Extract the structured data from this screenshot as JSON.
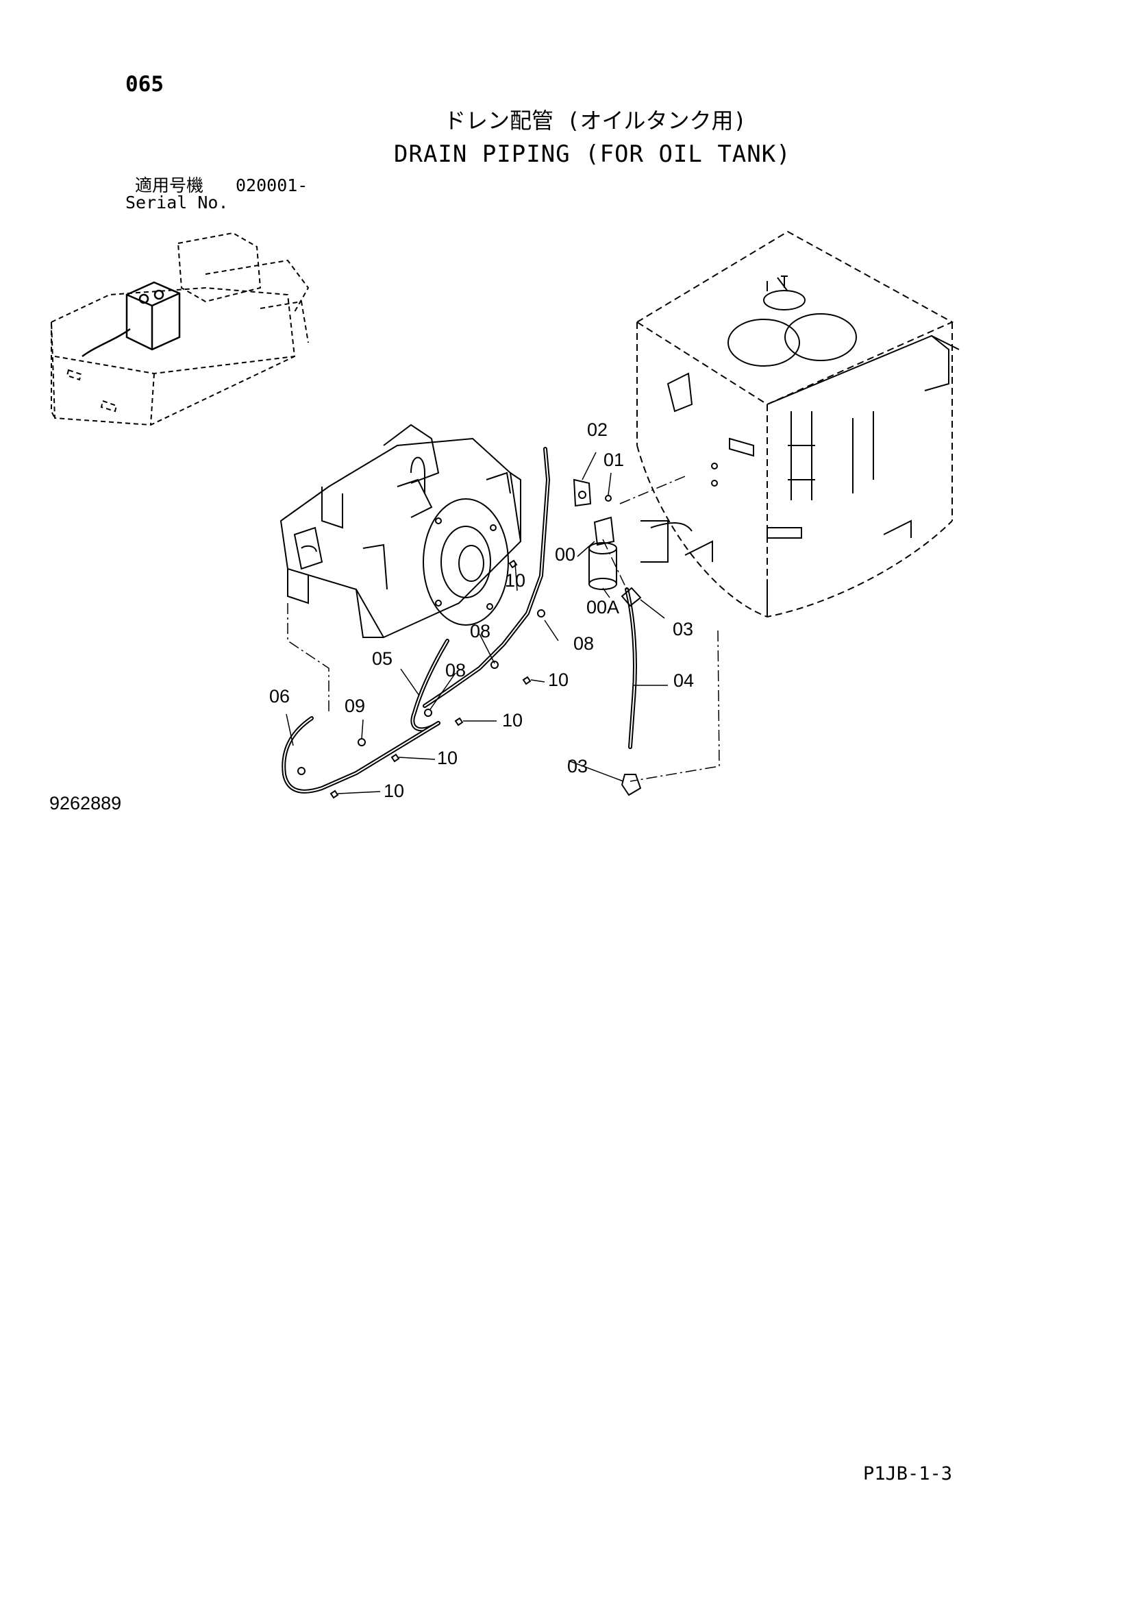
{
  "header": {
    "page_number": "065",
    "title_jp": "ドレン配管 (オイルタンク用)",
    "title_en": "DRAIN PIPING (FOR OIL TANK)",
    "serial_label_jp": "適用号機",
    "serial_from": "020001-",
    "serial_label_en": "Serial No."
  },
  "callouts": {
    "c00": "00",
    "c00a": "00A",
    "c01": "01",
    "c02": "02",
    "c03a": "03",
    "c03b": "03",
    "c04": "04",
    "c05": "05",
    "c06": "06",
    "c08a": "08",
    "c08b": "08",
    "c08c": "08",
    "c09": "09",
    "c10a": "10",
    "c10b": "10",
    "c10c": "10",
    "c10d": "10",
    "c10e": "10"
  },
  "footer": {
    "figure_number": "9262889",
    "page_code": "P1JB-1-3"
  }
}
